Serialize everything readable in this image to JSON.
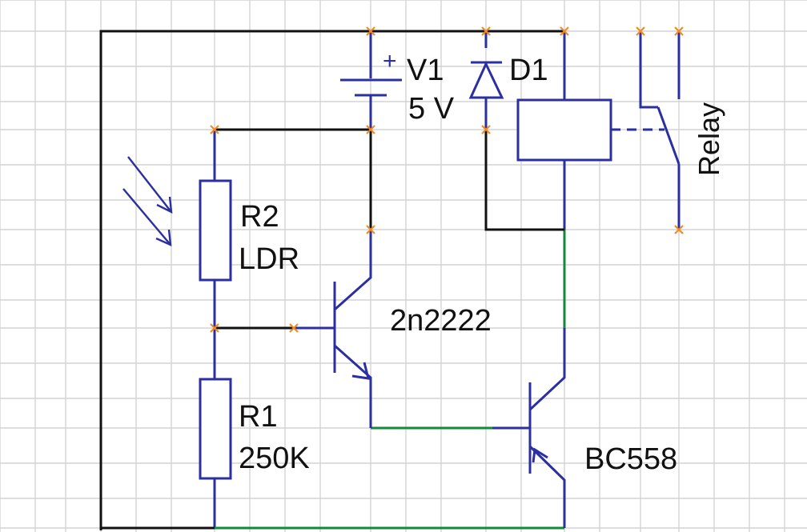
{
  "components": {
    "battery": {
      "name": "V1",
      "value": "5 V",
      "plus": "+"
    },
    "diode": {
      "name": "D1"
    },
    "relay": {
      "name": "Relay"
    },
    "ldr": {
      "name": "R2",
      "value": "LDR"
    },
    "resistor": {
      "name": "R1",
      "value": "250K"
    },
    "npn": {
      "name": "2n2222"
    },
    "pnp": {
      "name": "BC558"
    }
  },
  "colors": {
    "grid": "#d4d4d4",
    "wire_black": "#111111",
    "wire_blue": "#2b2fa0",
    "wire_green": "#138a3a",
    "pin_marker": "#f08a24"
  }
}
